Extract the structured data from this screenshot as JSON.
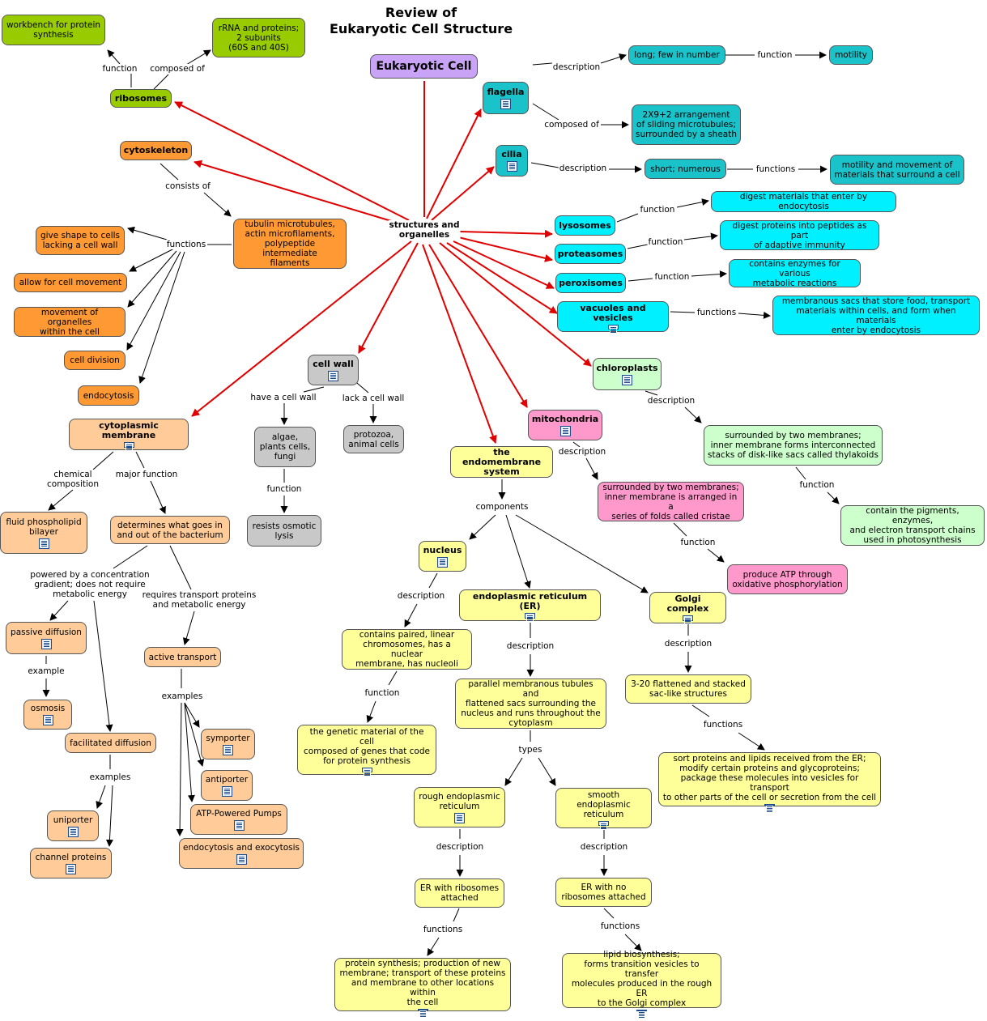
{
  "title": "Review of\nEukaryotic Cell Structure",
  "colors": {
    "red_arrow": "#e00000",
    "black_arrow": "#000000",
    "purple": "#c9a3f5",
    "green": "#99cc00",
    "teal": "#19c3c9",
    "cyan": "#00f0ff",
    "orange": "#ff9933",
    "peach": "#ffcc99",
    "gray": "#c8c8c8",
    "yellow": "#ffff99",
    "pink": "#ff99cc",
    "light_green": "#ccffcc"
  },
  "icon": "document-icon",
  "nodes": {
    "eukaryotic_cell": "Eukaryotic Cell",
    "structures": "structures and\norganelles",
    "ribosomes": "ribosomes",
    "ribo_workbench": "workbench for protein\nsynthesis",
    "ribo_rrna": "rRNA and proteins;\n2 subunits\n(60S and 40S)",
    "cytoskeleton": "cytoskeleton",
    "tubulin": "tubulin microtubules,\nactin microfilaments,\npolypeptide intermediate\nfilaments",
    "give_shape": "give shape to cells\nlacking a cell wall",
    "allow_movement": "allow for cell movement",
    "movement_organelles": "movement of organelles\nwithin the cell",
    "cell_division": "cell division",
    "endocytosis": "endocytosis",
    "flagella": "flagella",
    "long_few": "long; few in number",
    "motility": "motility",
    "cilia": "cilia",
    "arrangement": "2X9+2 arrangement\nof sliding microtubules;\nsurrounded by a sheath",
    "short_numerous": "short; numerous",
    "motility_movement": "motility and movement of\nmaterials that surround a cell",
    "lysosomes": "lysosomes",
    "lyso_fn": "digest materials that enter by endocytosis",
    "proteasomes": "proteasomes",
    "prot_fn": "digest proteins into peptides as part\nof adaptive immunity",
    "peroxisomes": "peroxisomes",
    "perox_fn": "contains enzymes for various\nmetabolic reactions",
    "vacuoles": "vacuoles and vesicles",
    "vac_fn": "membranous sacs that store food, transport\nmaterials within cells, and form when materials\nenter by endocytosis",
    "chloroplasts": "chloroplasts",
    "chloro_desc": "surrounded by two membranes;\ninner membrane forms interconnected\nstacks of disk-like sacs called thylakoids",
    "chloro_fn": "contain the pigments, enzymes,\nand electron transport chains\nused in photosynthesis",
    "cell_wall": "cell wall",
    "algae": "algae,\nplants cells,\nfungi",
    "protozoa": "protozoa,\nanimal cells",
    "resists": "resists osmotic\nlysis",
    "mitochondria": "mitochondria",
    "mito_desc": "surrounded by two membranes;\ninner membrane is arranged in a\nseries of folds called cristae",
    "mito_fn": "produce ATP through\noxidative phosphorylation",
    "cyto_membrane": "cytoplasmic membrane",
    "fluid": "fluid phospholipid\nbilayer",
    "determines": "determines what goes in\nand out of the bacterium",
    "passive": "passive diffusion",
    "osmosis": "osmosis",
    "facilitated": "facilitated diffusion",
    "uniporter": "uniporter",
    "channel": "channel proteins",
    "active": "active transport",
    "symporter": "symporter",
    "antiporter": "antiporter",
    "atp_pumps": "ATP-Powered Pumps",
    "endo_exo": "endocytosis and exocytosis",
    "endomembrane": "the endomembrane\nsystem",
    "nucleus": "nucleus",
    "nucleus_desc": "contains paired, linear\nchromosomes, has a nuclear\nmembrane, has nucleoli",
    "nucleus_fn": "the genetic material of the cell\ncomposed of genes that code\nfor protein synthesis",
    "er": "endoplasmic reticulum (ER)",
    "er_desc": "parallel membranous tubules and\nflattened sacs surrounding the\nnucleus and runs throughout the\ncytoplasm",
    "rough_er": "rough endoplasmic\nreticulum",
    "smooth_er": "smooth endoplasmic\nreticulum",
    "rough_desc": "ER with ribosomes\nattached",
    "smooth_desc": "ER with no\nribosomes attached",
    "rough_fn": "protein synthesis; production of new\nmembrane; transport of these proteins\nand membrane to other locations within\nthe cell",
    "smooth_fn": "lipid biosynthesis;\nforms transition vesicles to transfer\nmolecules produced in the rough ER\nto the Golgi complex",
    "golgi": "Golgi complex",
    "golgi_desc": "3-20 flattened and stacked\nsac-like structures",
    "golgi_fn": "sort proteins and lipids received from the ER;\nmodify certain proteins and glycoproteins;\npackage these molecules into vesicles for transport\nto other parts of the cell or secretion from the cell"
  },
  "labels": {
    "function": "function",
    "functions": "functions",
    "composed_of": "composed of",
    "consists_of": "consists of",
    "description": "description",
    "have_cell_wall": "have a cell wall",
    "lack_cell_wall": "lack a cell wall",
    "chemical_composition": "chemical\ncomposition",
    "major_function": "major function",
    "powered_by": "powered by a concentration\ngradient; does not require\nmetabolic energy",
    "requires_transport": "requires transport proteins\nand metabolic energy",
    "example": "example",
    "examples": "examples",
    "components": "components",
    "types": "types"
  }
}
